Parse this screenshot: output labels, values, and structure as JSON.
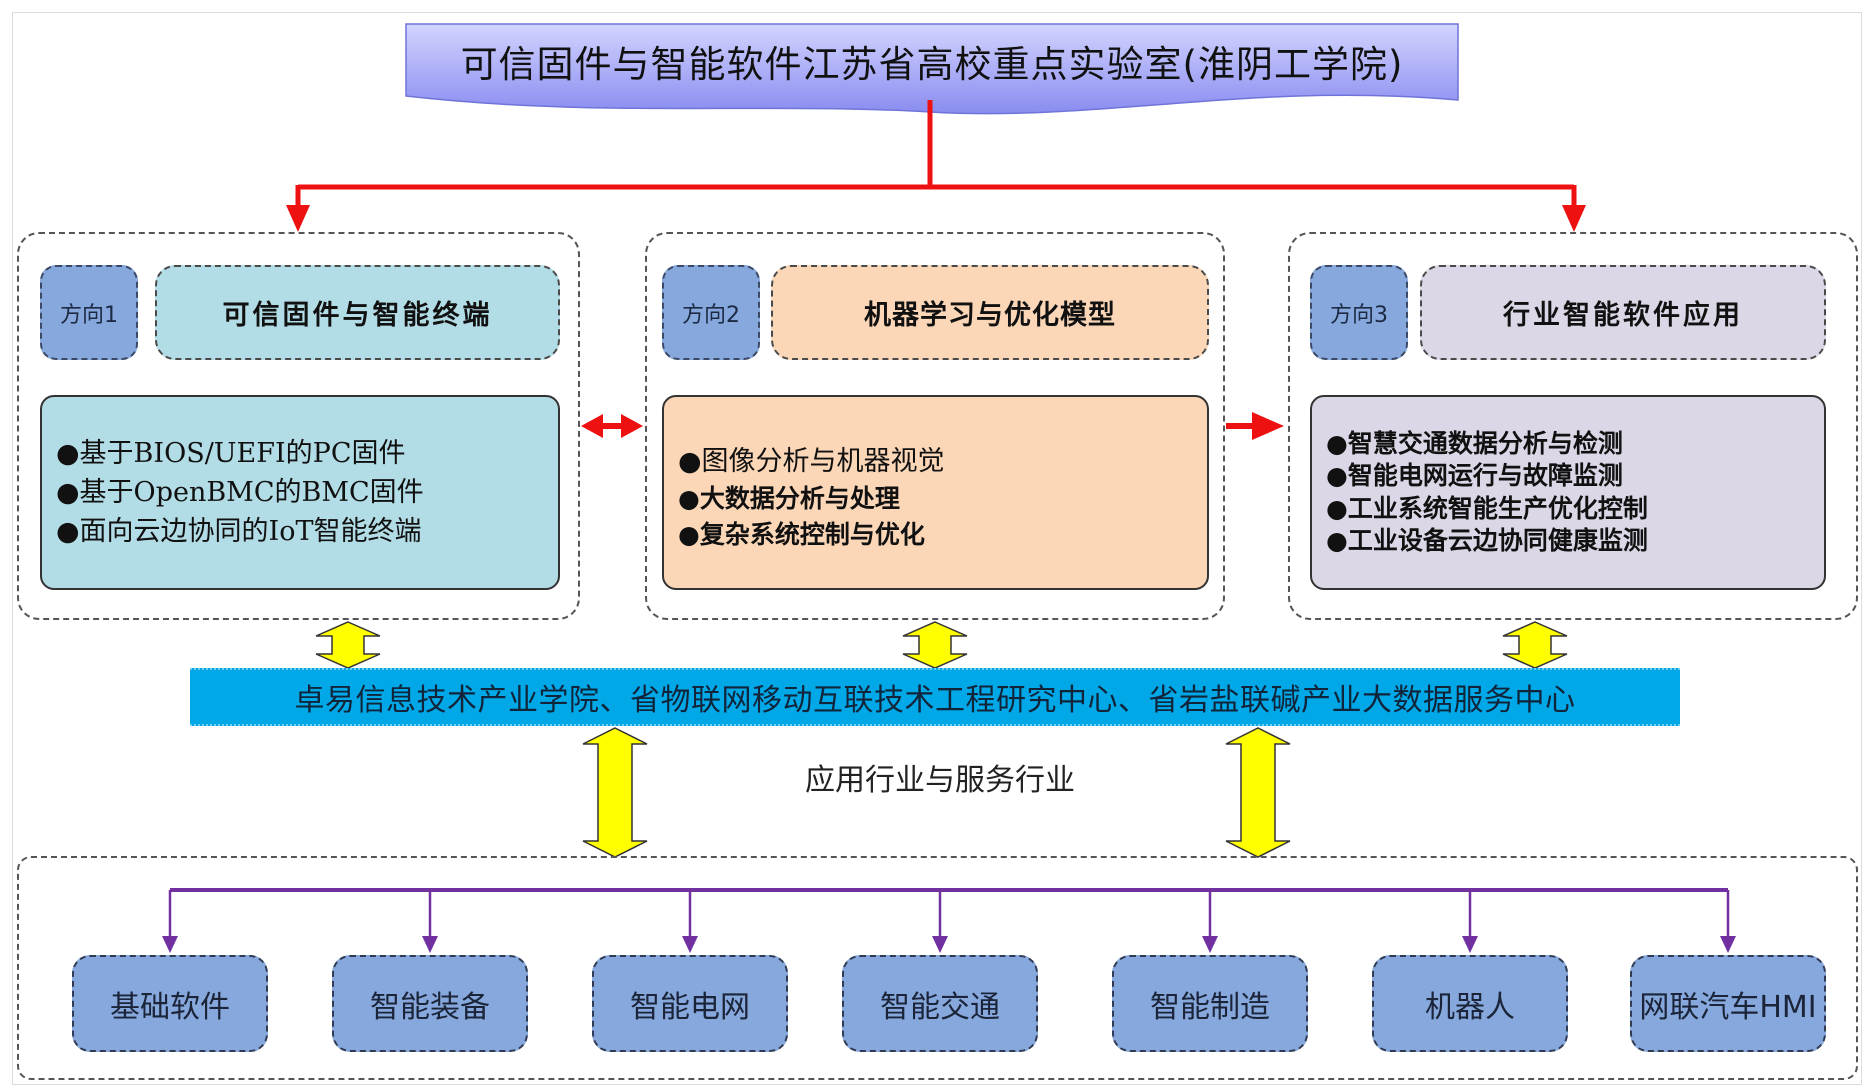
{
  "title": "可信固件与智能软件江苏省高校重点实验室(淮阴工学院)",
  "colors": {
    "title_fill_top": "#c9cbff",
    "title_fill_bottom": "#8f8ff0",
    "red_arrow": "#ee1111",
    "yellow_arrow": "#ffff00",
    "band": "#00a8e8",
    "tag": "#86a8dc",
    "purple_line": "#7030a0",
    "direction1": "#b3dde6",
    "direction2": "#fbd7b8",
    "direction3": "#dcd7e6"
  },
  "directions": [
    {
      "tag": "方向1",
      "header": "可信固件与智能终端",
      "items": [
        "●基于BIOS/UEFI的PC固件",
        "●基于OpenBMC的BMC固件",
        "●面向云边协同的IoT智能终端"
      ]
    },
    {
      "tag": "方向2",
      "header": "机器学习与优化模型",
      "items": [
        "●图像分析与机器视觉",
        "●大数据分析与处理",
        "●复杂系统控制与优化"
      ]
    },
    {
      "tag": "方向3",
      "header": "行业智能软件应用",
      "items": [
        "●智慧交通数据分析与检测",
        "●智能电网运行与故障监测",
        "●工业系统智能生产优化控制",
        "●工业设备云边协同健康监测"
      ]
    }
  ],
  "band_text": "卓易信息技术产业学院、省物联网移动互联技术工程研究中心、省岩盐联碱产业大数据服务中心",
  "service_label": "应用行业与服务行业",
  "industries": [
    "基础软件",
    "智能装备",
    "智能电网",
    "智能交通",
    "智能制造",
    "机器人",
    "网联汽车HMI"
  ]
}
